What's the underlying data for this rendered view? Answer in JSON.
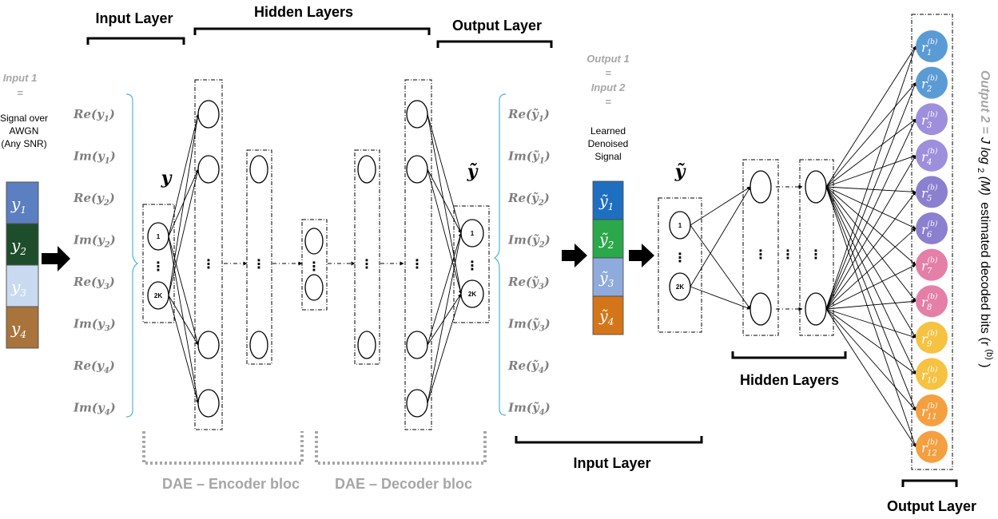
{
  "labels": {
    "input_layer_top": "Input Layer",
    "hidden_layers_top": "Hidden Layers",
    "output_layer_top": "Output Layer",
    "hidden_layers_right": "Hidden Layers",
    "input_layer_bottom": "Input Layer",
    "output_layer_bottom": "Output Layer",
    "encoder": "DAE – Encoder bloc",
    "decoder": "DAE – Decoder bloc"
  },
  "input1": {
    "title": "Input 1",
    "eq": "=",
    "lines": [
      "Signal over",
      "AWGN",
      "(Any SNR)"
    ]
  },
  "output1": {
    "title1": "Output 1",
    "eq1": "=",
    "title2": "Input 2",
    "eq2": "=",
    "lines": [
      "Learned",
      "Denoised",
      "Signal"
    ]
  },
  "output2": {
    "prefix": "Output 2 = ",
    "expr": "J log",
    "sub": "2",
    "arg": "(M)",
    "rest": "estimated decoded bits (r",
    "sup": "(b)",
    "close": ")"
  },
  "input_tiles": [
    {
      "base": "y",
      "sub": "1",
      "color": "#5b7fc0"
    },
    {
      "base": "y",
      "sub": "2",
      "color": "#1e4d2b"
    },
    {
      "base": "y",
      "sub": "3",
      "color": "#c9daf0"
    },
    {
      "base": "y",
      "sub": "4",
      "color": "#a8743c"
    }
  ],
  "output_tiles": [
    {
      "base": "ỹ",
      "sub": "1",
      "color": "#1f6fc0"
    },
    {
      "base": "ỹ",
      "sub": "2",
      "color": "#2aa84a"
    },
    {
      "base": "ỹ",
      "sub": "3",
      "color": "#8faadc"
    },
    {
      "base": "ỹ",
      "sub": "4",
      "color": "#d4751a"
    }
  ],
  "left_terms": [
    "Re(y",
    "Im(y",
    "Re(y",
    "Im(y",
    "Re(y",
    "Im(y",
    "Re(y",
    "Im(y"
  ],
  "left_subs": [
    "1",
    "1",
    "2",
    "2",
    "3",
    "3",
    "4",
    "4"
  ],
  "right_terms": [
    "Re(ỹ",
    "Im(ỹ",
    "Re(ỹ",
    "Im(ỹ",
    "Re(ỹ",
    "Im(ỹ",
    "Re(ỹ",
    "Im(ỹ"
  ],
  "right_subs": [
    "1",
    "1",
    "2",
    "2",
    "3",
    "3",
    "4",
    "4"
  ],
  "vec_y": "y",
  "vec_y_tilde": "ỹ",
  "node_labels": {
    "first": "1",
    "last": "2K",
    "dots": "⋮"
  },
  "hdots": "⋯",
  "outputs": [
    {
      "sub": "1",
      "sup": "(b)",
      "color": "#5b9bd5"
    },
    {
      "sub": "2",
      "sup": "(b)",
      "color": "#5b9bd5"
    },
    {
      "sub": "3",
      "sup": "(b)",
      "color": "#9e8fdc"
    },
    {
      "sub": "4",
      "sup": "(b)",
      "color": "#9e8fdc"
    },
    {
      "sub": "5",
      "sup": "(b)",
      "color": "#8b7fd0"
    },
    {
      "sub": "6",
      "sup": "(b)",
      "color": "#8b7fd0"
    },
    {
      "sub": "7",
      "sup": "(b)",
      "color": "#e47fa8"
    },
    {
      "sub": "8",
      "sup": "(b)",
      "color": "#e47fa8"
    },
    {
      "sub": "9",
      "sup": "(b)",
      "color": "#f5c242"
    },
    {
      "sub": "10",
      "sup": "(b)",
      "color": "#f5c242"
    },
    {
      "sub": "11",
      "sup": "(b)",
      "color": "#f4a040"
    },
    {
      "sub": "12",
      "sup": "(b)",
      "color": "#f4a040"
    }
  ],
  "output_base": "r"
}
